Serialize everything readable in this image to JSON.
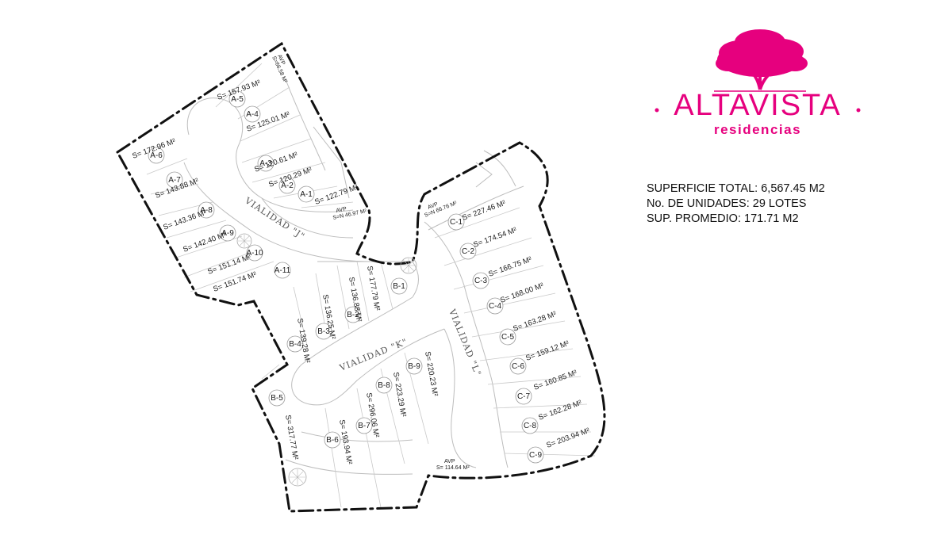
{
  "brand": {
    "name": "ALTAVISTA",
    "subtitle": "residencias",
    "color": "#e6007e",
    "icon": "tree-icon"
  },
  "stats": {
    "total_area": "SUPERFICIE TOTAL: 6,567.45 M2",
    "units": "No. DE UNIDADES: 29 LOTES",
    "average": "SUP. PROMEDIO: 171.71 M2"
  },
  "roads": {
    "j": "VIALIDAD \"J\"",
    "k": "VIALIDAD \"K\"",
    "l": "VIALIDAD \"L\""
  },
  "avp": [
    {
      "label": "AVP",
      "area": "S=66.58 M²"
    },
    {
      "label": "AVP",
      "area": "S=N 46.97 M²"
    },
    {
      "label": "AVP",
      "area": "S=N 66.76 M²"
    },
    {
      "label": "AVP",
      "area": "S= 114.64 M²"
    }
  ],
  "lots": [
    {
      "id": "A-1",
      "area": "S= 122.79 M²"
    },
    {
      "id": "A-2",
      "area": "S= 120.29 M²"
    },
    {
      "id": "A-3",
      "area": "S= 120.61 M²"
    },
    {
      "id": "A-4",
      "area": "S= 125.01 M²"
    },
    {
      "id": "A-5",
      "area": "S= 157.93 M²"
    },
    {
      "id": "A-6",
      "area": "S= 172.96 M²"
    },
    {
      "id": "A-7",
      "area": "S= 143.88 M²"
    },
    {
      "id": "A-8",
      "area": "S= 143.36 M²"
    },
    {
      "id": "A-9",
      "area": "S= 142.40 M²"
    },
    {
      "id": "A-10",
      "area": "S= 151.14 M²"
    },
    {
      "id": "A-11",
      "area": "S= 151.74 M²"
    },
    {
      "id": "B-1",
      "area": "S= 177.79 M²"
    },
    {
      "id": "B-2",
      "area": "S= 136.88 M²"
    },
    {
      "id": "B-3",
      "area": "S= 136.25 M²"
    },
    {
      "id": "B-4",
      "area": "S= 139.28 M²"
    },
    {
      "id": "B-5",
      "area": "S= 317.77 M²"
    },
    {
      "id": "B-6",
      "area": "S= 193.94 M²"
    },
    {
      "id": "B-7",
      "area": "S= 296.06 M²"
    },
    {
      "id": "B-8",
      "area": "S= 223.29 M²"
    },
    {
      "id": "B-9",
      "area": "S= 220.23 M²"
    },
    {
      "id": "C-1",
      "area": "S= 227.46 M²"
    },
    {
      "id": "C-2",
      "area": "S= 174.54 M²"
    },
    {
      "id": "C-3",
      "area": "S= 166.75 M²"
    },
    {
      "id": "C-4",
      "area": "S= 168.00 M²"
    },
    {
      "id": "C-5",
      "area": "S= 163.28 M²"
    },
    {
      "id": "C-6",
      "area": "S= 159.12 M²"
    },
    {
      "id": "C-7",
      "area": "S= 160.85 M²"
    },
    {
      "id": "C-8",
      "area": "S= 162.28 M²"
    },
    {
      "id": "C-9",
      "area": "S= 203.94 M²"
    }
  ]
}
